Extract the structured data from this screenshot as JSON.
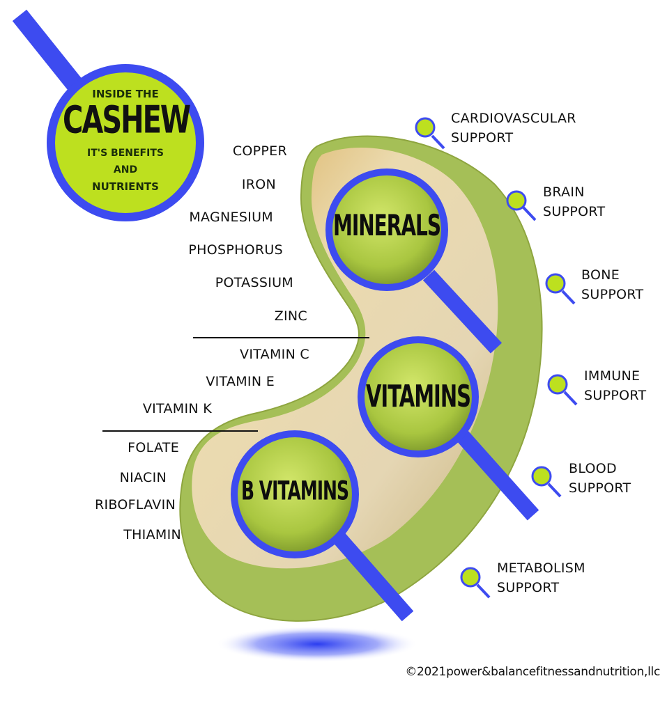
{
  "badge": {
    "line1": "INSIDE THE",
    "title": "CASHEW",
    "line2": "IT'S BENEFITS",
    "line3": "AND",
    "line4": "NUTRIENTS"
  },
  "lenses": {
    "minerals": "MINERALS",
    "vitamins": "VITAMINS",
    "b_vitamins": "B VITAMINS"
  },
  "nutrients": {
    "minerals": [
      "COPPER",
      "IRON",
      "MAGNESIUM",
      "PHOSPHORUS",
      "POTASSIUM",
      "ZINC"
    ],
    "vitamins": [
      "VITAMIN C",
      "VITAMIN E",
      "VITAMIN K"
    ],
    "b_vitamins": [
      "FOLATE",
      "NIACIN",
      "RIBOFLAVIN",
      "THIAMIN"
    ]
  },
  "benefits": [
    {
      "line1": "CARDIOVASCULAR",
      "line2": "SUPPORT"
    },
    {
      "line1": "BRAIN",
      "line2": "SUPPORT"
    },
    {
      "line1": "BONE",
      "line2": "SUPPORT"
    },
    {
      "line1": "IMMUNE",
      "line2": "SUPPORT"
    },
    {
      "line1": "BLOOD",
      "line2": "SUPPORT"
    },
    {
      "line1": "METABOLISM",
      "line2": "SUPPORT"
    }
  ],
  "copyright": "©2021power&balancefitnessandnutrition,llc",
  "colors": {
    "lens_ring": "#3d4bf0",
    "lens_fill": "#b5d34a",
    "badge_fill": "#bde01f",
    "cashew_skin": "#a7c05a",
    "cashew_inner": "#e9d3a6",
    "text": "#111111"
  }
}
